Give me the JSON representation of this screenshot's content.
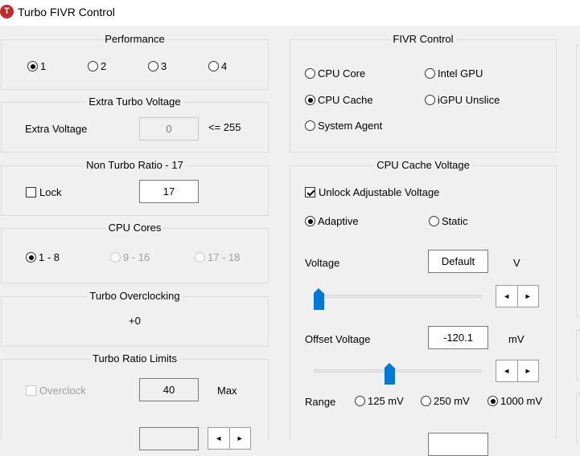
{
  "window": {
    "title": "Turbo FIVR Control",
    "icon": "turbo-app-icon",
    "icon_letter": "T"
  },
  "performance": {
    "title": "Performance",
    "options": [
      {
        "label": "1",
        "selected": true
      },
      {
        "label": "2",
        "selected": false
      },
      {
        "label": "3",
        "selected": false
      },
      {
        "label": "4",
        "selected": false
      }
    ]
  },
  "extra_turbo_voltage": {
    "title": "Extra Turbo Voltage",
    "label": "Extra Voltage",
    "value": "0",
    "limit": "<= 255"
  },
  "non_turbo_ratio": {
    "title": "Non Turbo Ratio - 17",
    "lock_label": "Lock",
    "lock_checked": false,
    "value": "17"
  },
  "cpu_cores": {
    "title": "CPU Cores",
    "options": [
      {
        "label": "1 - 8",
        "selected": true,
        "enabled": true
      },
      {
        "label": "9 - 16",
        "selected": false,
        "enabled": false
      },
      {
        "label": "17 - 18",
        "selected": false,
        "enabled": false
      }
    ]
  },
  "turbo_overclocking": {
    "title": "Turbo Overclocking",
    "value": "+0"
  },
  "turbo_ratio_limits": {
    "title": "Turbo Ratio Limits",
    "overclock_label": "Overclock",
    "overclock_checked": false,
    "value": "40",
    "max_label": "Max"
  },
  "fivr_control": {
    "title": "FIVR Control",
    "options": [
      {
        "label": "CPU Core",
        "selected": false
      },
      {
        "label": "Intel GPU",
        "selected": false
      },
      {
        "label": "CPU Cache",
        "selected": true
      },
      {
        "label": "iGPU Unslice",
        "selected": false
      },
      {
        "label": "System Agent",
        "selected": false
      }
    ]
  },
  "cpu_cache_voltage": {
    "title": "CPU Cache Voltage",
    "unlock_label": "Unlock Adjustable Voltage",
    "unlock_checked": true,
    "mode_adaptive": "Adaptive",
    "mode_static": "Static",
    "mode_selected": "Adaptive",
    "voltage_label": "Voltage",
    "voltage_value": "Default",
    "voltage_unit": "V",
    "voltage_slider_position": 0.0,
    "offset_label": "Offset Voltage",
    "offset_value": "-120.1",
    "offset_unit": "mV",
    "offset_slider_position": 0.45,
    "range_label": "Range",
    "range_options": [
      {
        "label": "125 mV",
        "selected": false
      },
      {
        "label": "250 mV",
        "selected": false
      },
      {
        "label": "1000 mV",
        "selected": true
      }
    ]
  },
  "spinner": {
    "left_glyph": "◄",
    "right_glyph": "►"
  }
}
